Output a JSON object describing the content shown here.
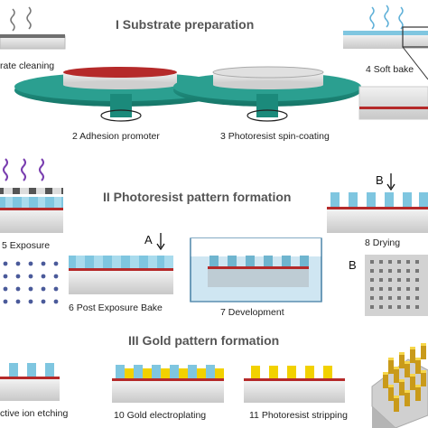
{
  "sections": {
    "s1": "I Substrate preparation",
    "s2": "II Photoresist pattern formation",
    "s3": "III Gold pattern formation"
  },
  "steps": {
    "s1": "rate cleaning",
    "s2": "2 Adhesion promoter",
    "s3": "3 Photoresist spin-coating",
    "s4": "4 Soft bake",
    "s5": "5 Exposure",
    "s6": "6 Post Exposure Bake",
    "s7": "7 Development",
    "s8": "8 Drying",
    "s9": "ctive ion etching",
    "s10": "10 Gold electroplating",
    "s11": "11 Photoresist stripping"
  },
  "markers": {
    "a": "A",
    "b_top": "B",
    "b_side": "B"
  },
  "colors": {
    "teal": "#1e8e7e",
    "resist_blue": "#7fc6e0",
    "adhesion_red": "#b52a2a",
    "substrate": "#e6e6e6",
    "gold": "#f2d100",
    "uv_purple": "#7a3fb0",
    "heat_blue": "#5fb0d8",
    "window_blue": "#cfe6f2"
  }
}
